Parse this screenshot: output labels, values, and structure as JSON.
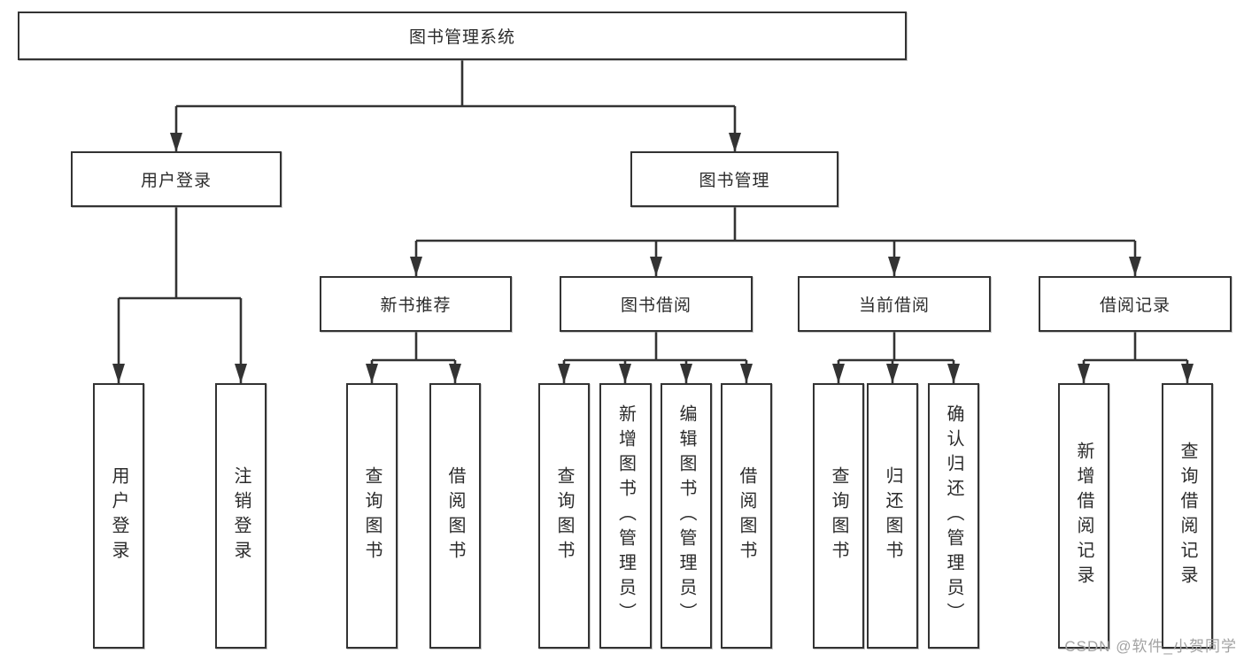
{
  "diagram_type": "functional-structure-tree",
  "tree": {
    "label": "图书管理系统",
    "children": [
      {
        "label": "用户登录",
        "children": [
          {
            "label": "用户登录"
          },
          {
            "label": "注销登录"
          }
        ]
      },
      {
        "label": "图书管理",
        "children": [
          {
            "label": "新书推荐",
            "children": [
              {
                "label": "查询图书"
              },
              {
                "label": "借阅图书"
              }
            ]
          },
          {
            "label": "图书借阅",
            "children": [
              {
                "label": "查询图书"
              },
              {
                "label": "新增图书（管理员）"
              },
              {
                "label": "编辑图书（管理员）"
              },
              {
                "label": "借阅图书"
              }
            ]
          },
          {
            "label": "当前借阅",
            "children": [
              {
                "label": "查询图书"
              },
              {
                "label": "归还图书"
              },
              {
                "label": "确认归还（管理员）"
              }
            ]
          },
          {
            "label": "借阅记录",
            "children": [
              {
                "label": "新增借阅记录"
              },
              {
                "label": "查询借阅记录"
              }
            ]
          }
        ]
      }
    ]
  },
  "watermark": "CSDN @软件_小贺同学",
  "colors": {
    "line": "#333333",
    "box_border": "#333333",
    "text": "#2b2b2b",
    "watermark": "#a2a2a2",
    "background": "#ffffff"
  }
}
